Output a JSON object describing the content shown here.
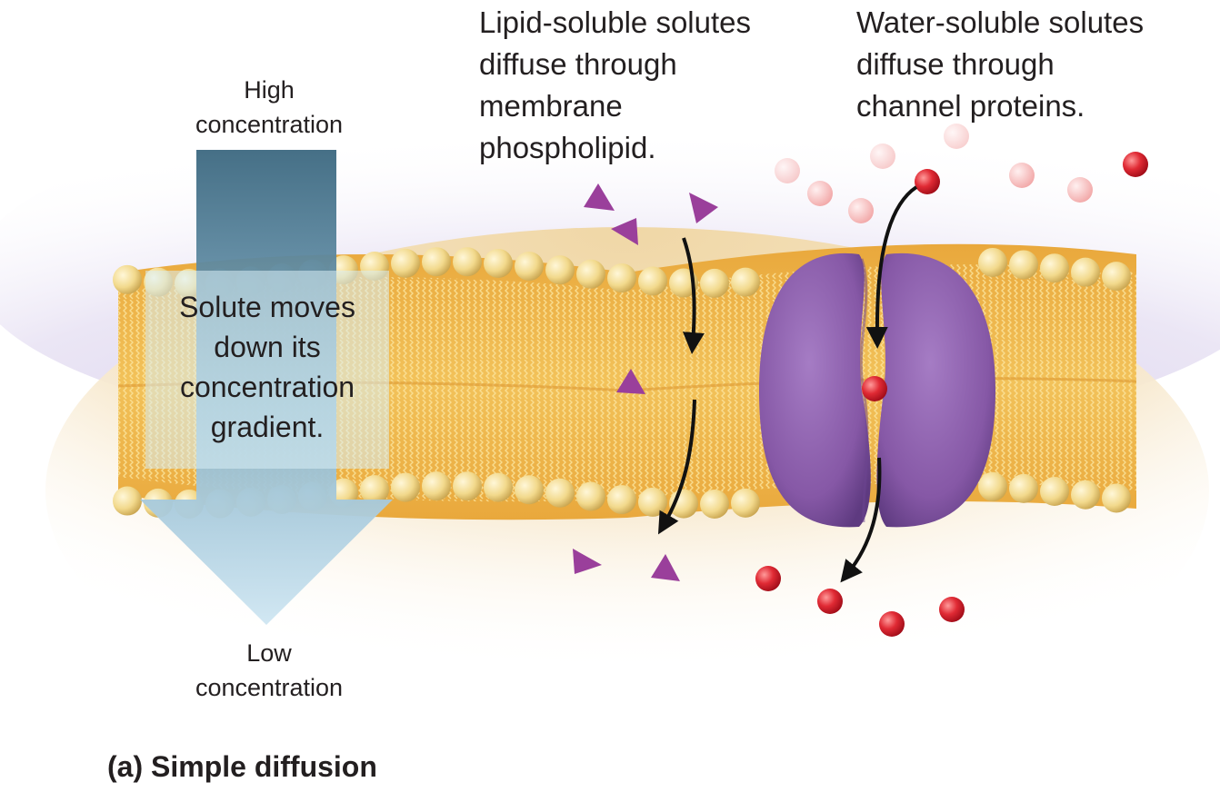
{
  "labels": {
    "high_concentration": "High\nconcentration",
    "low_concentration": "Low\nconcentration",
    "lipid_soluble": "Lipid-soluble solutes\ndiffuse through\nmembrane\nphospholipid.",
    "water_soluble": "Water-soluble solutes\ndiffuse through\nchannel proteins.",
    "gradient_note": "Solute moves\ndown its\nconcentration\ngradient.",
    "caption": "(a) Simple diffusion"
  },
  "colors": {
    "membrane_tails": "#e8a93a",
    "phospholipid_head": "#f2d98c",
    "channel_protein": "#8a5aa8",
    "lipid_solute": "#9a3f9b",
    "water_solute": "#e0202e",
    "gradient_arrow_top": "#3d6a82",
    "gradient_arrow_bottom": "#c8e3f0",
    "extracellular_fluid": "#ddd6ee",
    "intracellular_fluid": "#f3dfb8"
  }
}
